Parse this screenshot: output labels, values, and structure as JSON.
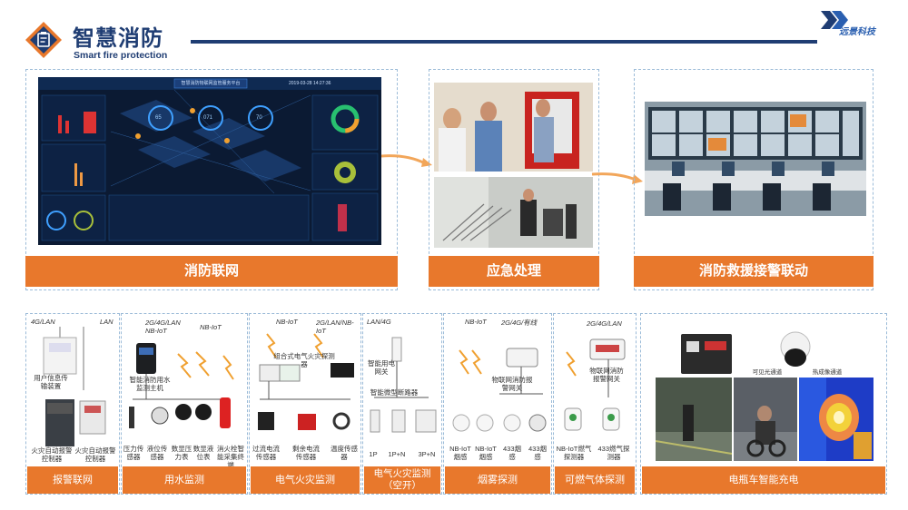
{
  "header": {
    "title": "智慧消防",
    "subtitle": "Smart fire protection",
    "logo_text": "远景科技"
  },
  "top_sections": [
    {
      "label": "消防联网",
      "dashboard_title": "智慧消防物联网监管服务平台",
      "dashboard_time": "2019-03-28 14:27:36"
    },
    {
      "label": "应急处理"
    },
    {
      "label": "消防救援接警联动"
    }
  ],
  "dashboard_numbers": [
    "65",
    "071",
    "70"
  ],
  "bottom_sections": [
    {
      "label": "报警联网",
      "nets": [
        "4G/LAN",
        "LAN"
      ],
      "items": [
        "用户信息传输装置",
        "火灾自动报警控制器",
        "火灾自动报警控制器"
      ]
    },
    {
      "label": "用水监测",
      "nets": [
        "2G/4G/LAN NB-IoT",
        "NB-IoT"
      ],
      "items": [
        "智能消防用水监测主机",
        "压力传感器",
        "液位传感器",
        "数显压力表",
        "数显液位表",
        "消火栓智能采集终端"
      ]
    },
    {
      "label": "电气火灾监测",
      "nets": [
        "NB-IoT",
        "2G/LAN/NB-IoT"
      ],
      "items": [
        "组合式电气火灾探测器",
        "过流电流传感器",
        "剩余电流传感器",
        "温度传感器"
      ]
    },
    {
      "label": "电气火灾监测\n（空开）",
      "nets": [
        "LAN/4G"
      ],
      "items": [
        "智能用电网关",
        "智能微型断路器",
        "1P",
        "1P+N",
        "3P+N"
      ]
    },
    {
      "label": "烟雾探测",
      "nets": [
        "NB-IoT",
        "2G/4G/有线"
      ],
      "items": [
        "物联网消防报警网关",
        "NB-IoT烟感",
        "NB-IoT烟感",
        "433烟感",
        "433烟感"
      ]
    },
    {
      "label": "可燃气体探测",
      "nets": [
        "2G/4G/LAN"
      ],
      "items": [
        "物联网消防报警网关",
        "NB-IoT燃气探测器",
        "433燃气探测器"
      ]
    },
    {
      "label": "电瓶车智能充电",
      "nets": [],
      "items": [
        "可见光通道",
        "热成像通道"
      ]
    }
  ],
  "colors": {
    "accent": "#e8782c",
    "brand": "#1f3d73",
    "dashed": "#9bbbd8"
  }
}
